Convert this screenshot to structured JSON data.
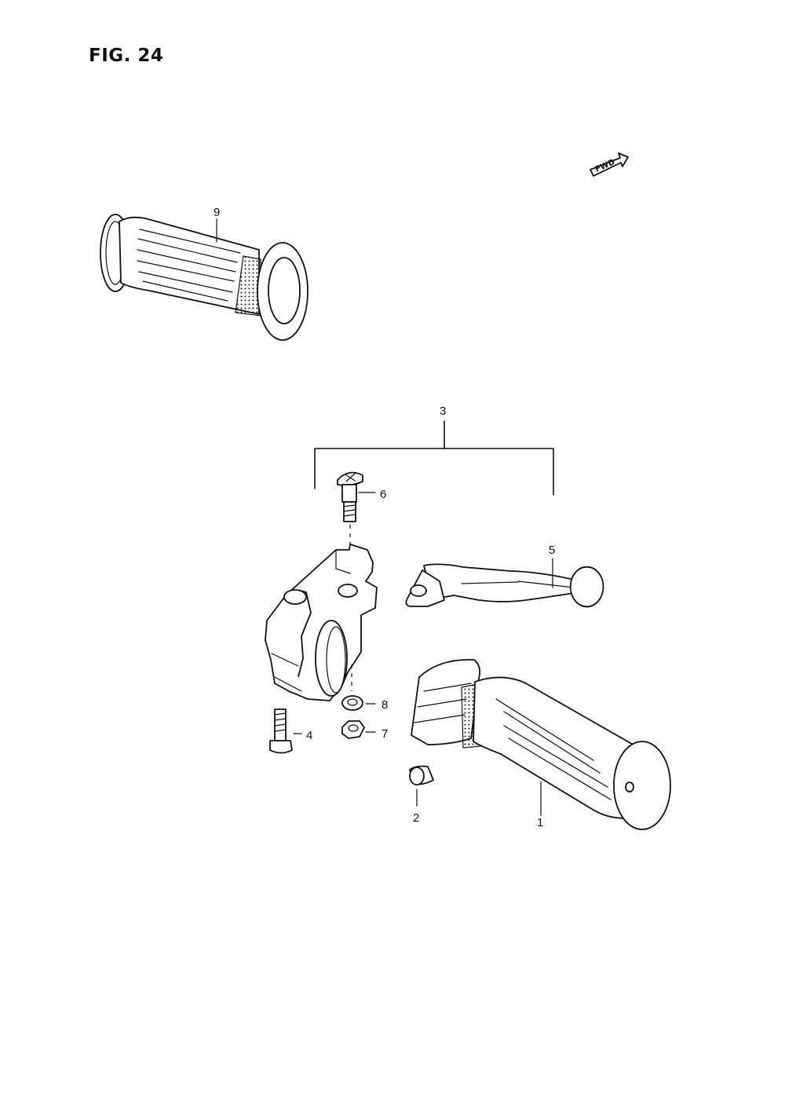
{
  "title": "FIG. 24",
  "fwd_label": "FWD",
  "callouts": [
    {
      "id": "1",
      "part": "grip-1"
    },
    {
      "id": "2",
      "part": "cap-2"
    },
    {
      "id": "3",
      "part": "lever-assembly-3"
    },
    {
      "id": "4",
      "part": "bolt-4"
    },
    {
      "id": "5",
      "part": "lever-5"
    },
    {
      "id": "6",
      "part": "screw-6"
    },
    {
      "id": "7",
      "part": "nut-7"
    },
    {
      "id": "8",
      "part": "washer-8"
    },
    {
      "id": "9",
      "part": "grip-9"
    }
  ]
}
